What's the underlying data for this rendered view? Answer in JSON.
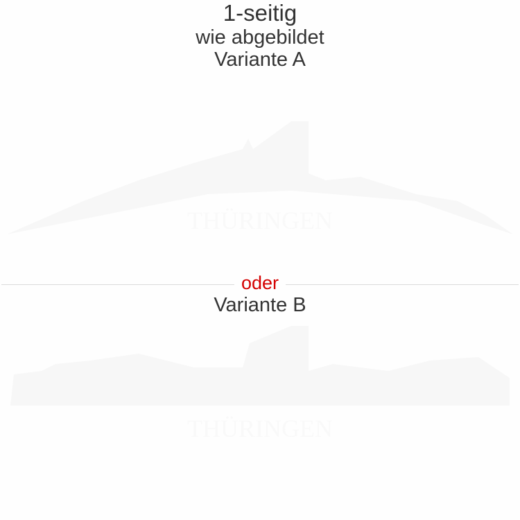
{
  "header": {
    "line1": "1-seitig",
    "line2": "wie abgebildet",
    "variant_a": "Variante A"
  },
  "separator": {
    "label": "oder",
    "color": "#d40000"
  },
  "variant_b": {
    "label": "Variante B"
  },
  "logo": {
    "lettering": "THÜRINGEN"
  }
}
